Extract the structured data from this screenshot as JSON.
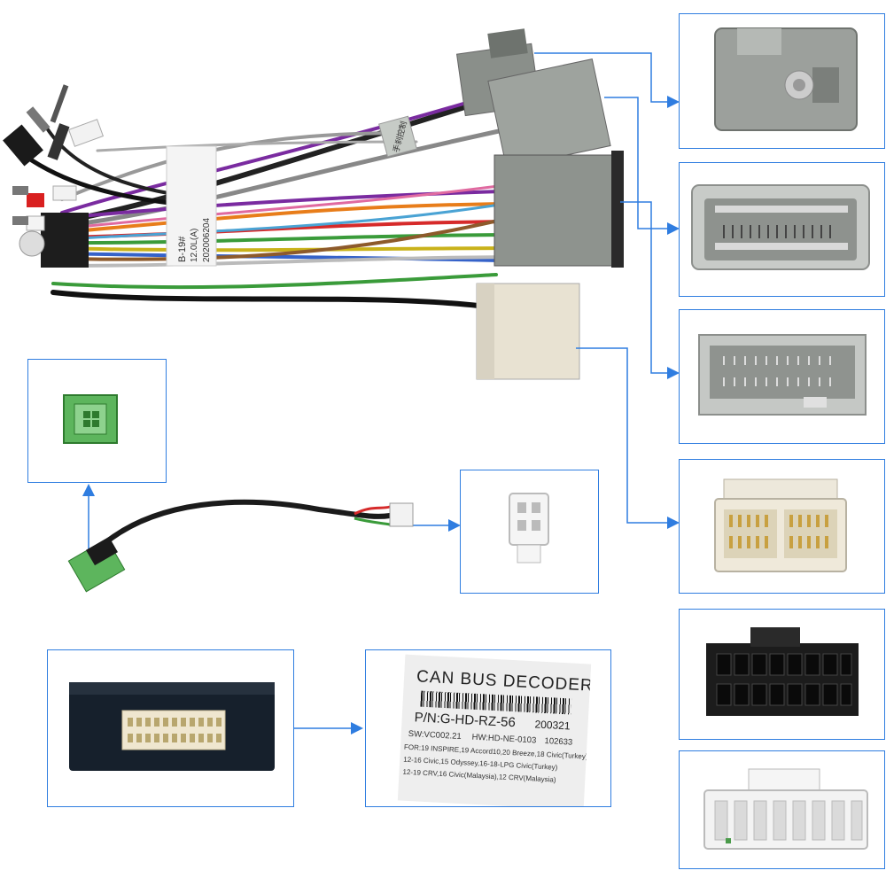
{
  "colors": {
    "frame_border": "#2f7de0",
    "arrow": "#2f7de0",
    "connector_grey": "#8a8f8a",
    "connector_green": "#5db55d",
    "label_bg": "#eeeeee"
  },
  "harness": {
    "tag_model": "B-19#",
    "tag_code": "12.0L(A)",
    "tag_date": "202006204",
    "tag_cn": "手刹控制"
  },
  "decoder": {
    "title": "CAN BUS DECODER",
    "part_number": "P/N:G-HD-RZ-56",
    "date_code": "200321",
    "software": "SW:VC002.21",
    "hardware": "HW:HD-NE-0103",
    "serial": "102633",
    "compat_line1": "FOR:19 INSPIRE,19 Accord10,20 Breeze,18 Civic(Turkey)",
    "compat_line2": "12-16 Civic,15 Odyssey,16-18-LPG Civic(Turkey)",
    "compat_line3": "12-19 CRV,16 Civic(Malaysia),12 CRV(Malaysia)"
  },
  "icons": [
    "antenna-connector-icon",
    "grey-multi-pin-connector-icon",
    "grey-wide-connector-icon",
    "beige-connector-icon",
    "black-iso-connector-icon",
    "white-connector-icon",
    "green-plug-icon",
    "white-4pin-plug-icon",
    "decoder-box-icon",
    "arrow-icon"
  ]
}
